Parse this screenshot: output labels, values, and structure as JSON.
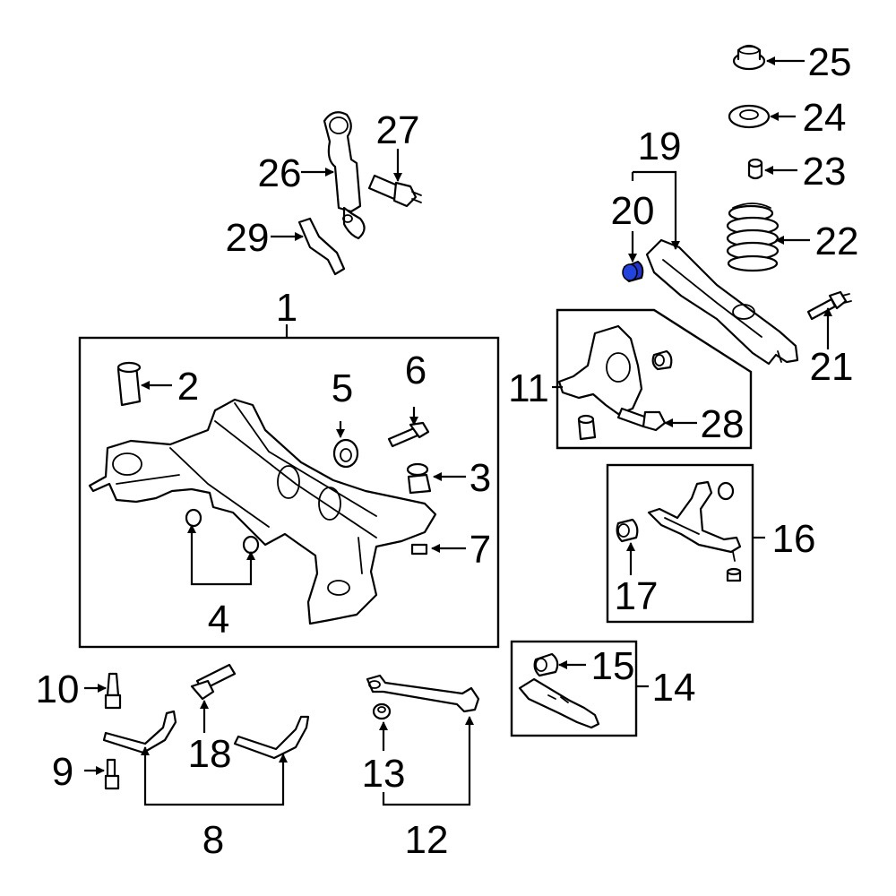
{
  "diagram": {
    "highlight_color": "#2233cc",
    "highlighted_part": "20",
    "callouts": {
      "c1": "1",
      "c2": "2",
      "c3": "3",
      "c4": "4",
      "c5": "5",
      "c6": "6",
      "c7": "7",
      "c8": "8",
      "c9": "9",
      "c10": "10",
      "c11": "11",
      "c12": "12",
      "c13": "13",
      "c14": "14",
      "c15": "15",
      "c16": "16",
      "c17": "17",
      "c18": "18",
      "c19": "19",
      "c20": "20",
      "c21": "21",
      "c22": "22",
      "c23": "23",
      "c24": "24",
      "c25": "25",
      "c26": "26",
      "c27": "27",
      "c28": "28",
      "c29": "29"
    }
  }
}
